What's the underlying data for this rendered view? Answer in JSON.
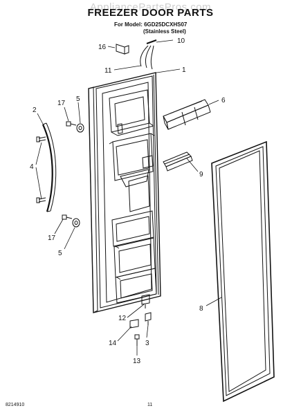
{
  "header": {
    "watermark": "AppliancePartsPros.com",
    "title": "FREEZER DOOR PARTS",
    "model_line": "For Model: 6GD25DCXHS07",
    "finish_line": "(Stainless Steel)"
  },
  "callouts": {
    "c16": "16",
    "c10": "10",
    "c11": "11",
    "c1": "1",
    "c17a": "17",
    "c5a": "5",
    "c6": "6",
    "c2": "2",
    "c4": "4",
    "c9": "9",
    "c17b": "17",
    "c5b": "5",
    "c8": "8",
    "c12": "12",
    "c14": "14",
    "c3": "3",
    "c13": "13"
  },
  "footer": {
    "doc_number": "8214910",
    "page_number": "11"
  }
}
